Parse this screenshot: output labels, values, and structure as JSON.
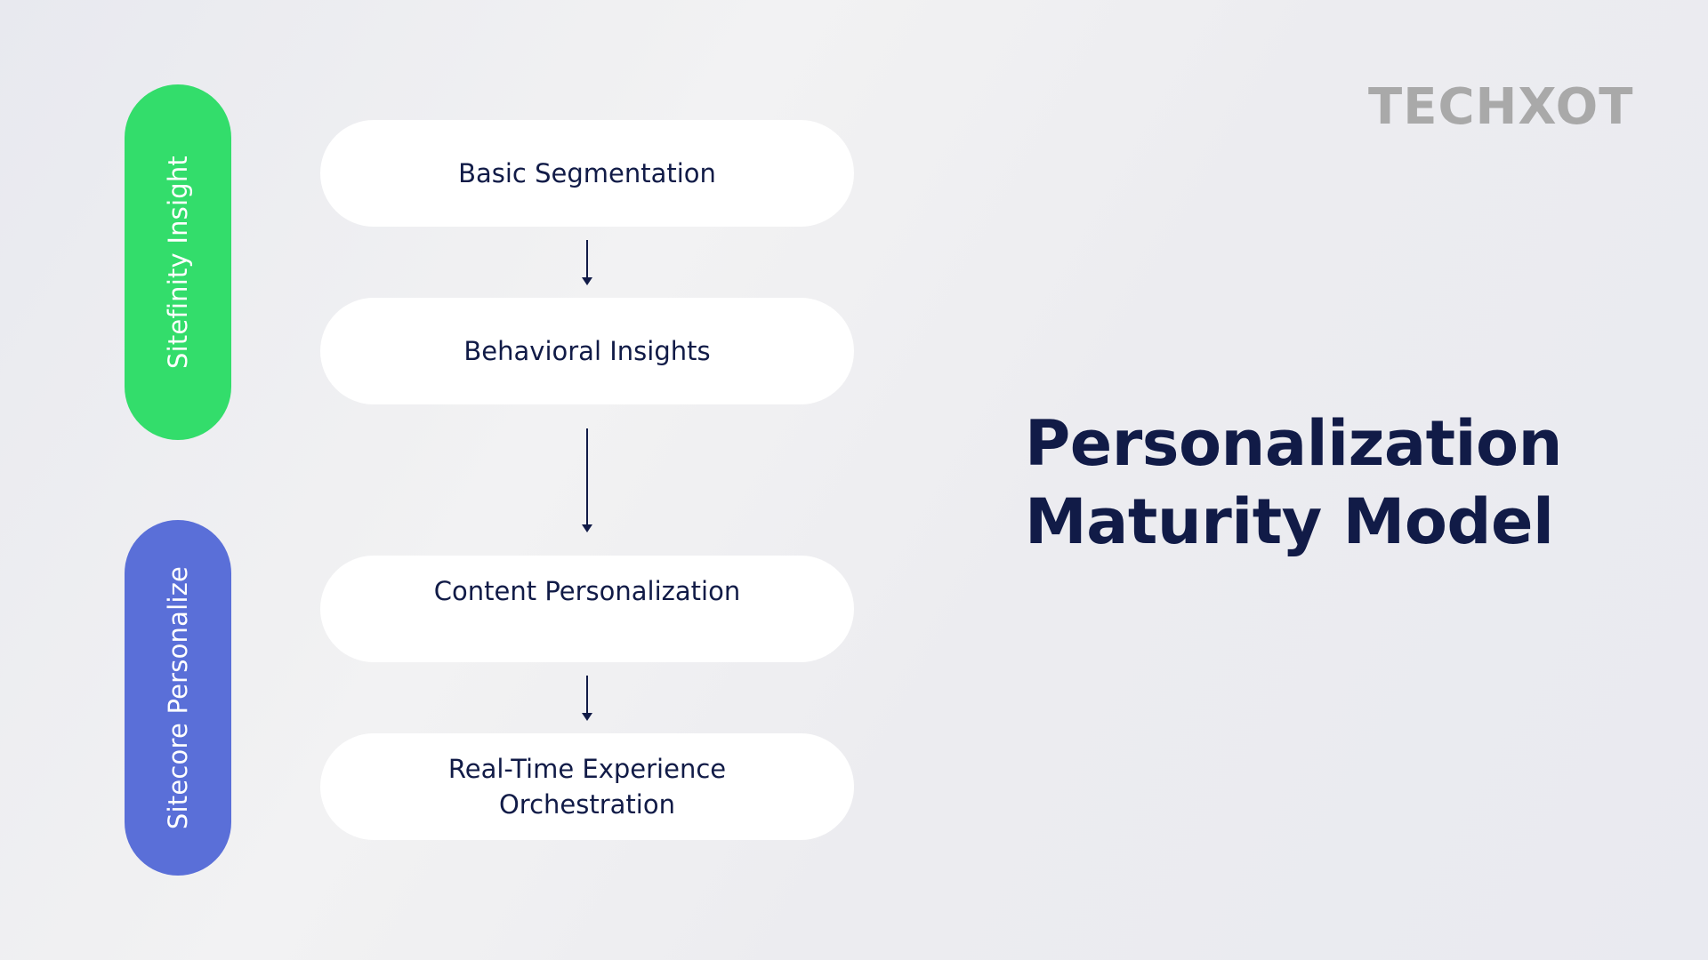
{
  "title": "Personalization\nMaturity Model",
  "logo": "TECHXOT",
  "groups": [
    {
      "label": "Sitefinity Insight",
      "color": "#33dd6b"
    },
    {
      "label": "Sitecore Personalize",
      "color": "#5a6fd8"
    }
  ],
  "steps": [
    {
      "label": "Basic Segmentation"
    },
    {
      "label": "Behavioral Insights"
    },
    {
      "label": "Content Personalization"
    },
    {
      "label": "Real-Time Experience\nOrchestration"
    }
  ],
  "colors": {
    "text": "#111b47",
    "box": "#ffffff",
    "logo": "#a9a9a9"
  }
}
